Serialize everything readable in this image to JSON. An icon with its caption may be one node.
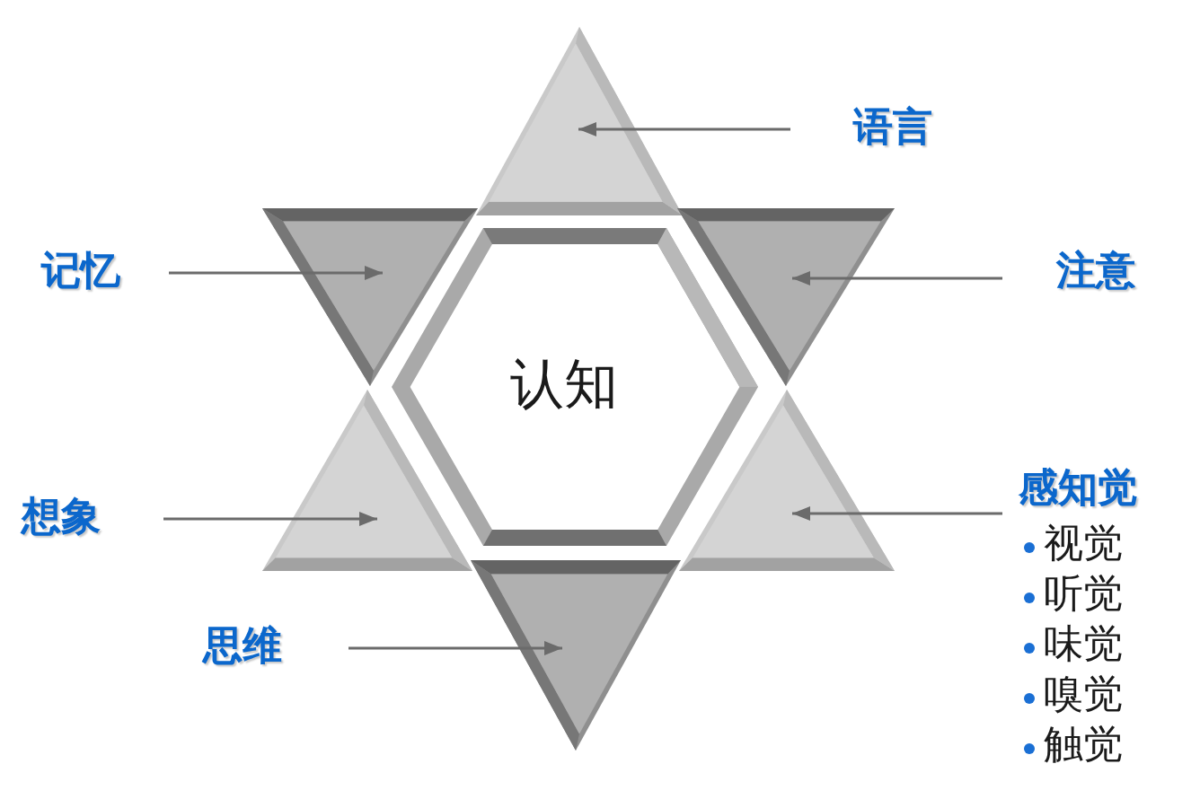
{
  "diagram": {
    "nodes": [
      {
        "text": [
          "认知"
        ]
      },
      {
        "text": [],
        "shape": "triangle"
      },
      {
        "text": [],
        "shape": "triangle"
      },
      {
        "text": [],
        "shape": "triangle"
      },
      {
        "text": [],
        "shape": "triangle"
      },
      {
        "text": [],
        "shape": "triangle"
      },
      {
        "text": [],
        "shape": "triangle"
      },
      {
        "text": [
          "语言"
        ]
      },
      {
        "text": [
          "记忆"
        ]
      },
      {
        "text": [
          "注意"
        ]
      },
      {
        "text": [
          "想象"
        ]
      },
      {
        "text": [
          "感知觉"
        ],
        "beside": [
          "视觉",
          "听觉",
          "味觉",
          "嗅觉",
          "触觉"
        ]
      },
      {
        "text": [
          "思维"
        ]
      }
    ],
    "edges": [
      {
        "from": 7,
        "to": 1,
        "arrow": "to"
      },
      {
        "from": 8,
        "to": 2,
        "arrow": "to"
      },
      {
        "from": 9,
        "to": 3,
        "arrow": "to"
      },
      {
        "from": 10,
        "to": 4,
        "arrow": "to"
      },
      {
        "from": 11,
        "to": 5,
        "arrow": "to"
      },
      {
        "from": 12,
        "to": 6,
        "arrow": "to"
      }
    ]
  }
}
